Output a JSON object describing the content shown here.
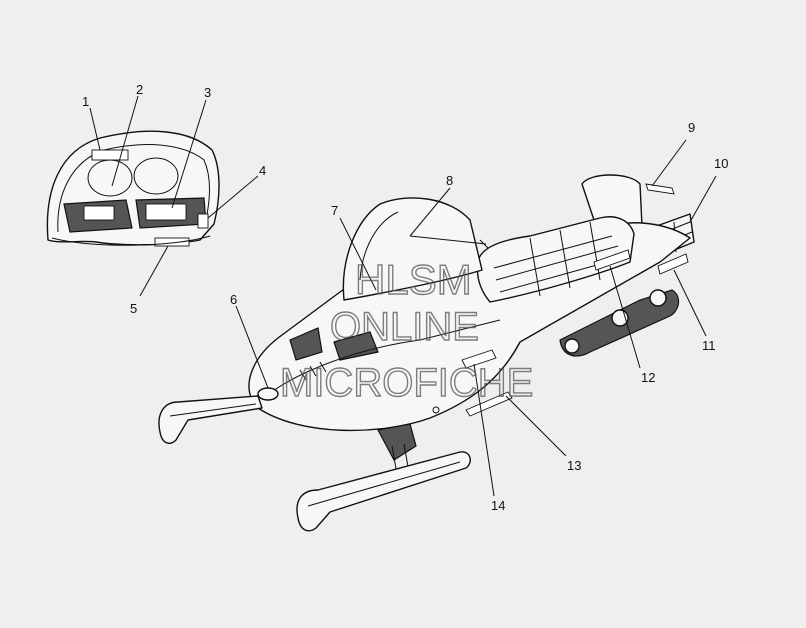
{
  "callouts": [
    {
      "id": 1,
      "label": "1"
    },
    {
      "id": 2,
      "label": "2"
    },
    {
      "id": 3,
      "label": "3"
    },
    {
      "id": 4,
      "label": "4"
    },
    {
      "id": 5,
      "label": "5"
    },
    {
      "id": 6,
      "label": "6"
    },
    {
      "id": 7,
      "label": "7"
    },
    {
      "id": 8,
      "label": "8"
    },
    {
      "id": 9,
      "label": "9"
    },
    {
      "id": 10,
      "label": "10"
    },
    {
      "id": 11,
      "label": "11"
    },
    {
      "id": 12,
      "label": "12"
    },
    {
      "id": 13,
      "label": "13"
    },
    {
      "id": 14,
      "label": "14"
    }
  ],
  "watermark": {
    "line1": "HLSM",
    "line2": "ONLINE",
    "line3": "MICROFICHE"
  }
}
